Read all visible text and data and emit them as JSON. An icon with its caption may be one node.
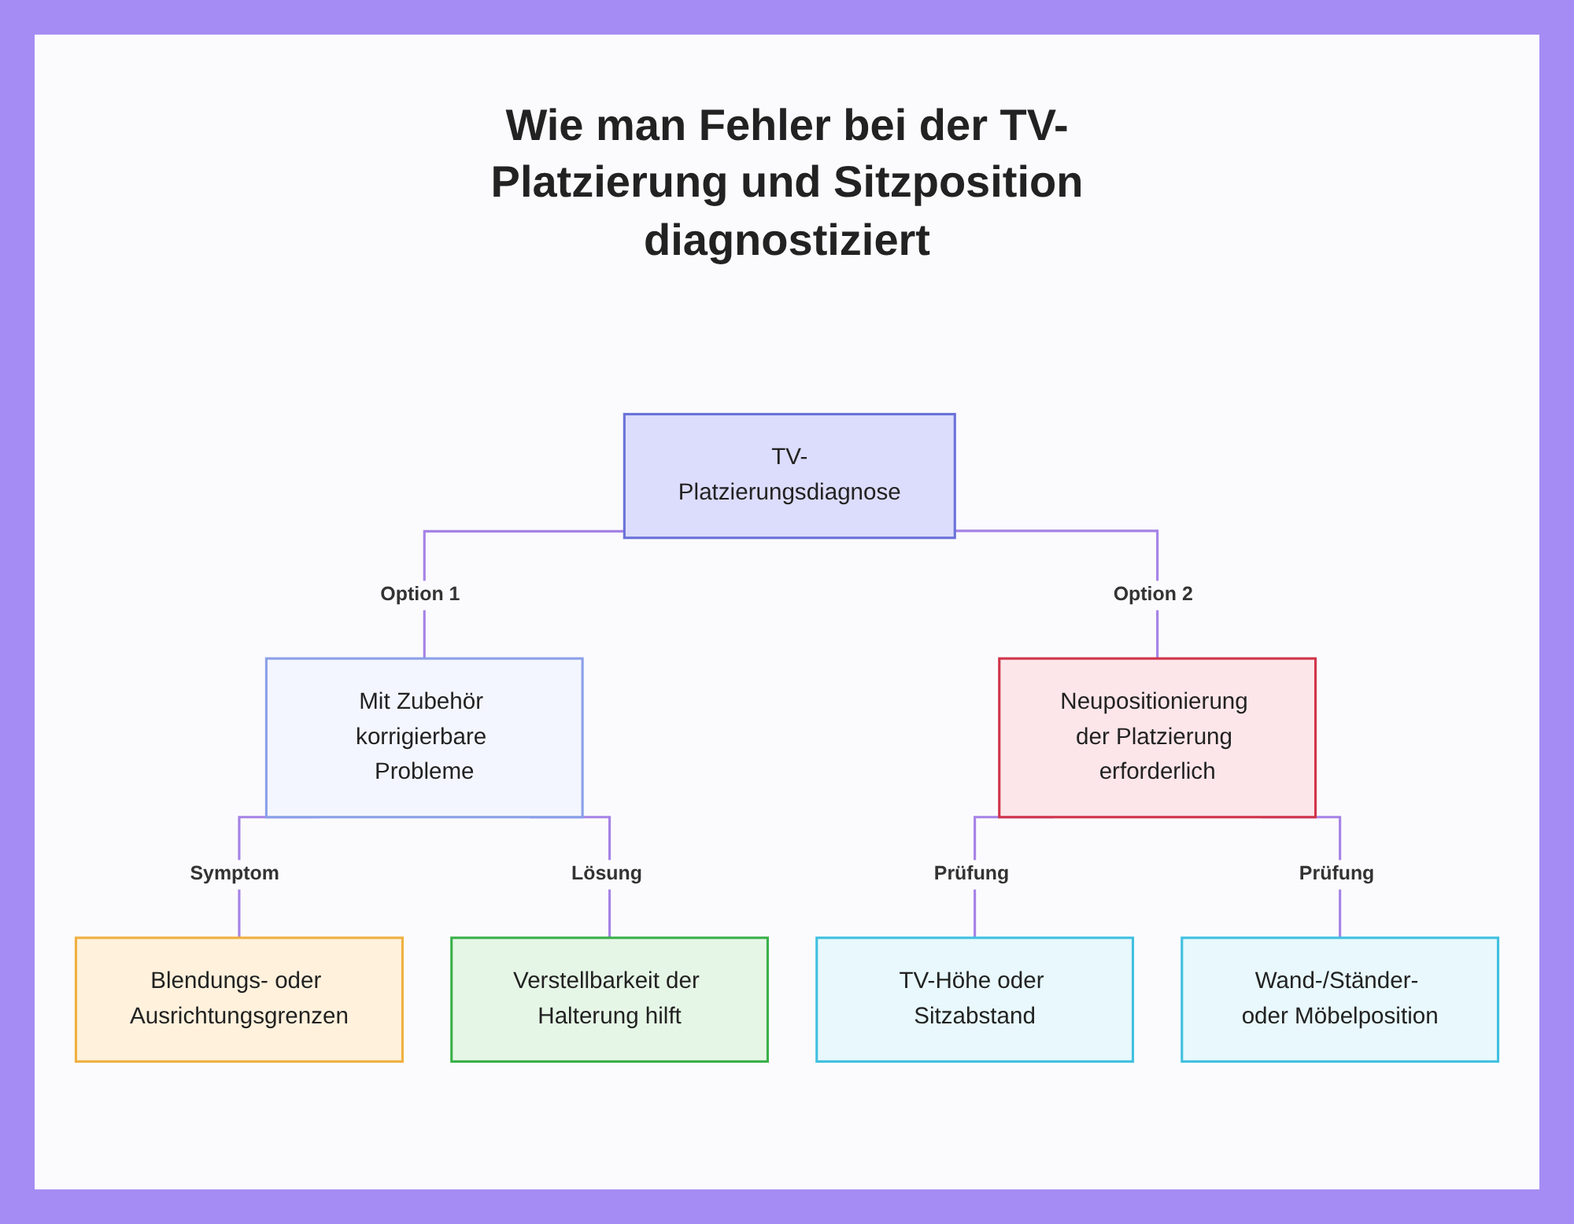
{
  "diagram": {
    "title": "Wie man Fehler bei der TV-Platzierung und Sitzposition diagnostiziert",
    "nodes": [
      {
        "text": [
          "TV-Platzierungsdiagnose"
        ]
      },
      {
        "text": [
          "Mit Zubehör korrigierbare Probleme"
        ]
      },
      {
        "text": [
          "Neupositionierung der Platzierung erforderlich"
        ]
      },
      {
        "text": [
          "Blendungs- oder Ausrichtungsgrenzen"
        ]
      },
      {
        "text": [
          "Verstellbarkeit der Halterung hilft"
        ]
      },
      {
        "text": [
          "TV-Höhe oder Sitzabstand"
        ]
      },
      {
        "text": [
          "Wand-/Ständer- oder Möbelposition"
        ]
      }
    ],
    "edges": [
      {
        "from": 0,
        "to": 1,
        "arrow": "none",
        "label": "Option 1"
      },
      {
        "from": 0,
        "to": 2,
        "arrow": "none",
        "label": "Option 2"
      },
      {
        "from": 1,
        "to": 3,
        "arrow": "none",
        "label": "Symptom"
      },
      {
        "from": 1,
        "to": 4,
        "arrow": "none",
        "label": "Lösung"
      },
      {
        "from": 2,
        "to": 5,
        "arrow": "none",
        "label": "Prüfung"
      },
      {
        "from": 2,
        "to": 6,
        "arrow": "none",
        "label": "Prüfung"
      }
    ]
  }
}
